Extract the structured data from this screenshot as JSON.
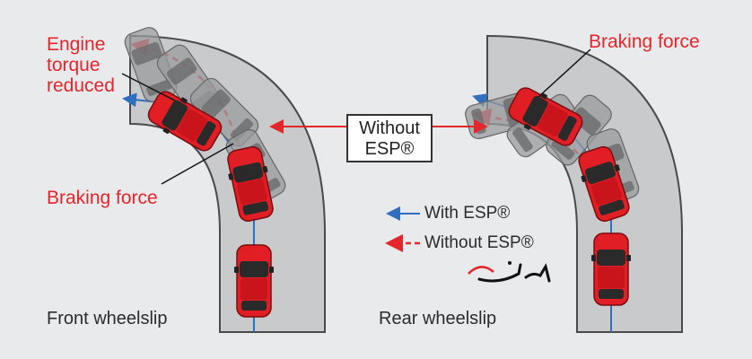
{
  "left_panel": {
    "engine_label": [
      "Engine",
      "torque",
      "reduced"
    ],
    "braking_label": "Braking force",
    "caption": "Front wheelslip"
  },
  "right_panel": {
    "braking_label": "Braking force",
    "caption": "Rear wheelslip"
  },
  "center_box": [
    "Without",
    "ESP®"
  ],
  "legend": {
    "with_esp": "With ESP®",
    "without_esp": "Without ESP®"
  },
  "colors": {
    "background": "#e9eaec",
    "road": "#c9cacc",
    "accent_red": "#e3262b",
    "blue_path": "#2f6fc0",
    "car_red": "#e01e24"
  },
  "watermark": "برخان"
}
